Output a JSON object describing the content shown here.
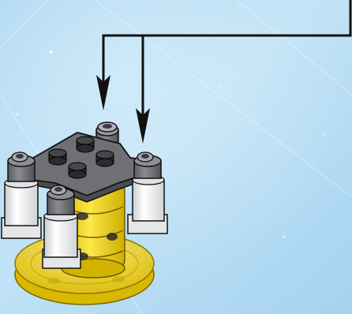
{
  "scene": {
    "kind": "instruction-step",
    "background": {
      "base": "#b9def3",
      "light": "#d7eefb",
      "mid": "#8fc6ea"
    },
    "colors": {
      "plate_gray": "#6f7073",
      "plate_dark": "#3a3b3e",
      "stud_black": "#202124",
      "column_white": "#f2f2f2",
      "column_shade": "#bfc3c6",
      "yellow": "#f1d71f",
      "yellow_trans": "#f5e25a",
      "yellow_dark": "#c8a800",
      "outline": "#111111",
      "arrow": "#111111"
    },
    "callout": {
      "arrow_count": 2,
      "style": "elbow-down"
    }
  }
}
